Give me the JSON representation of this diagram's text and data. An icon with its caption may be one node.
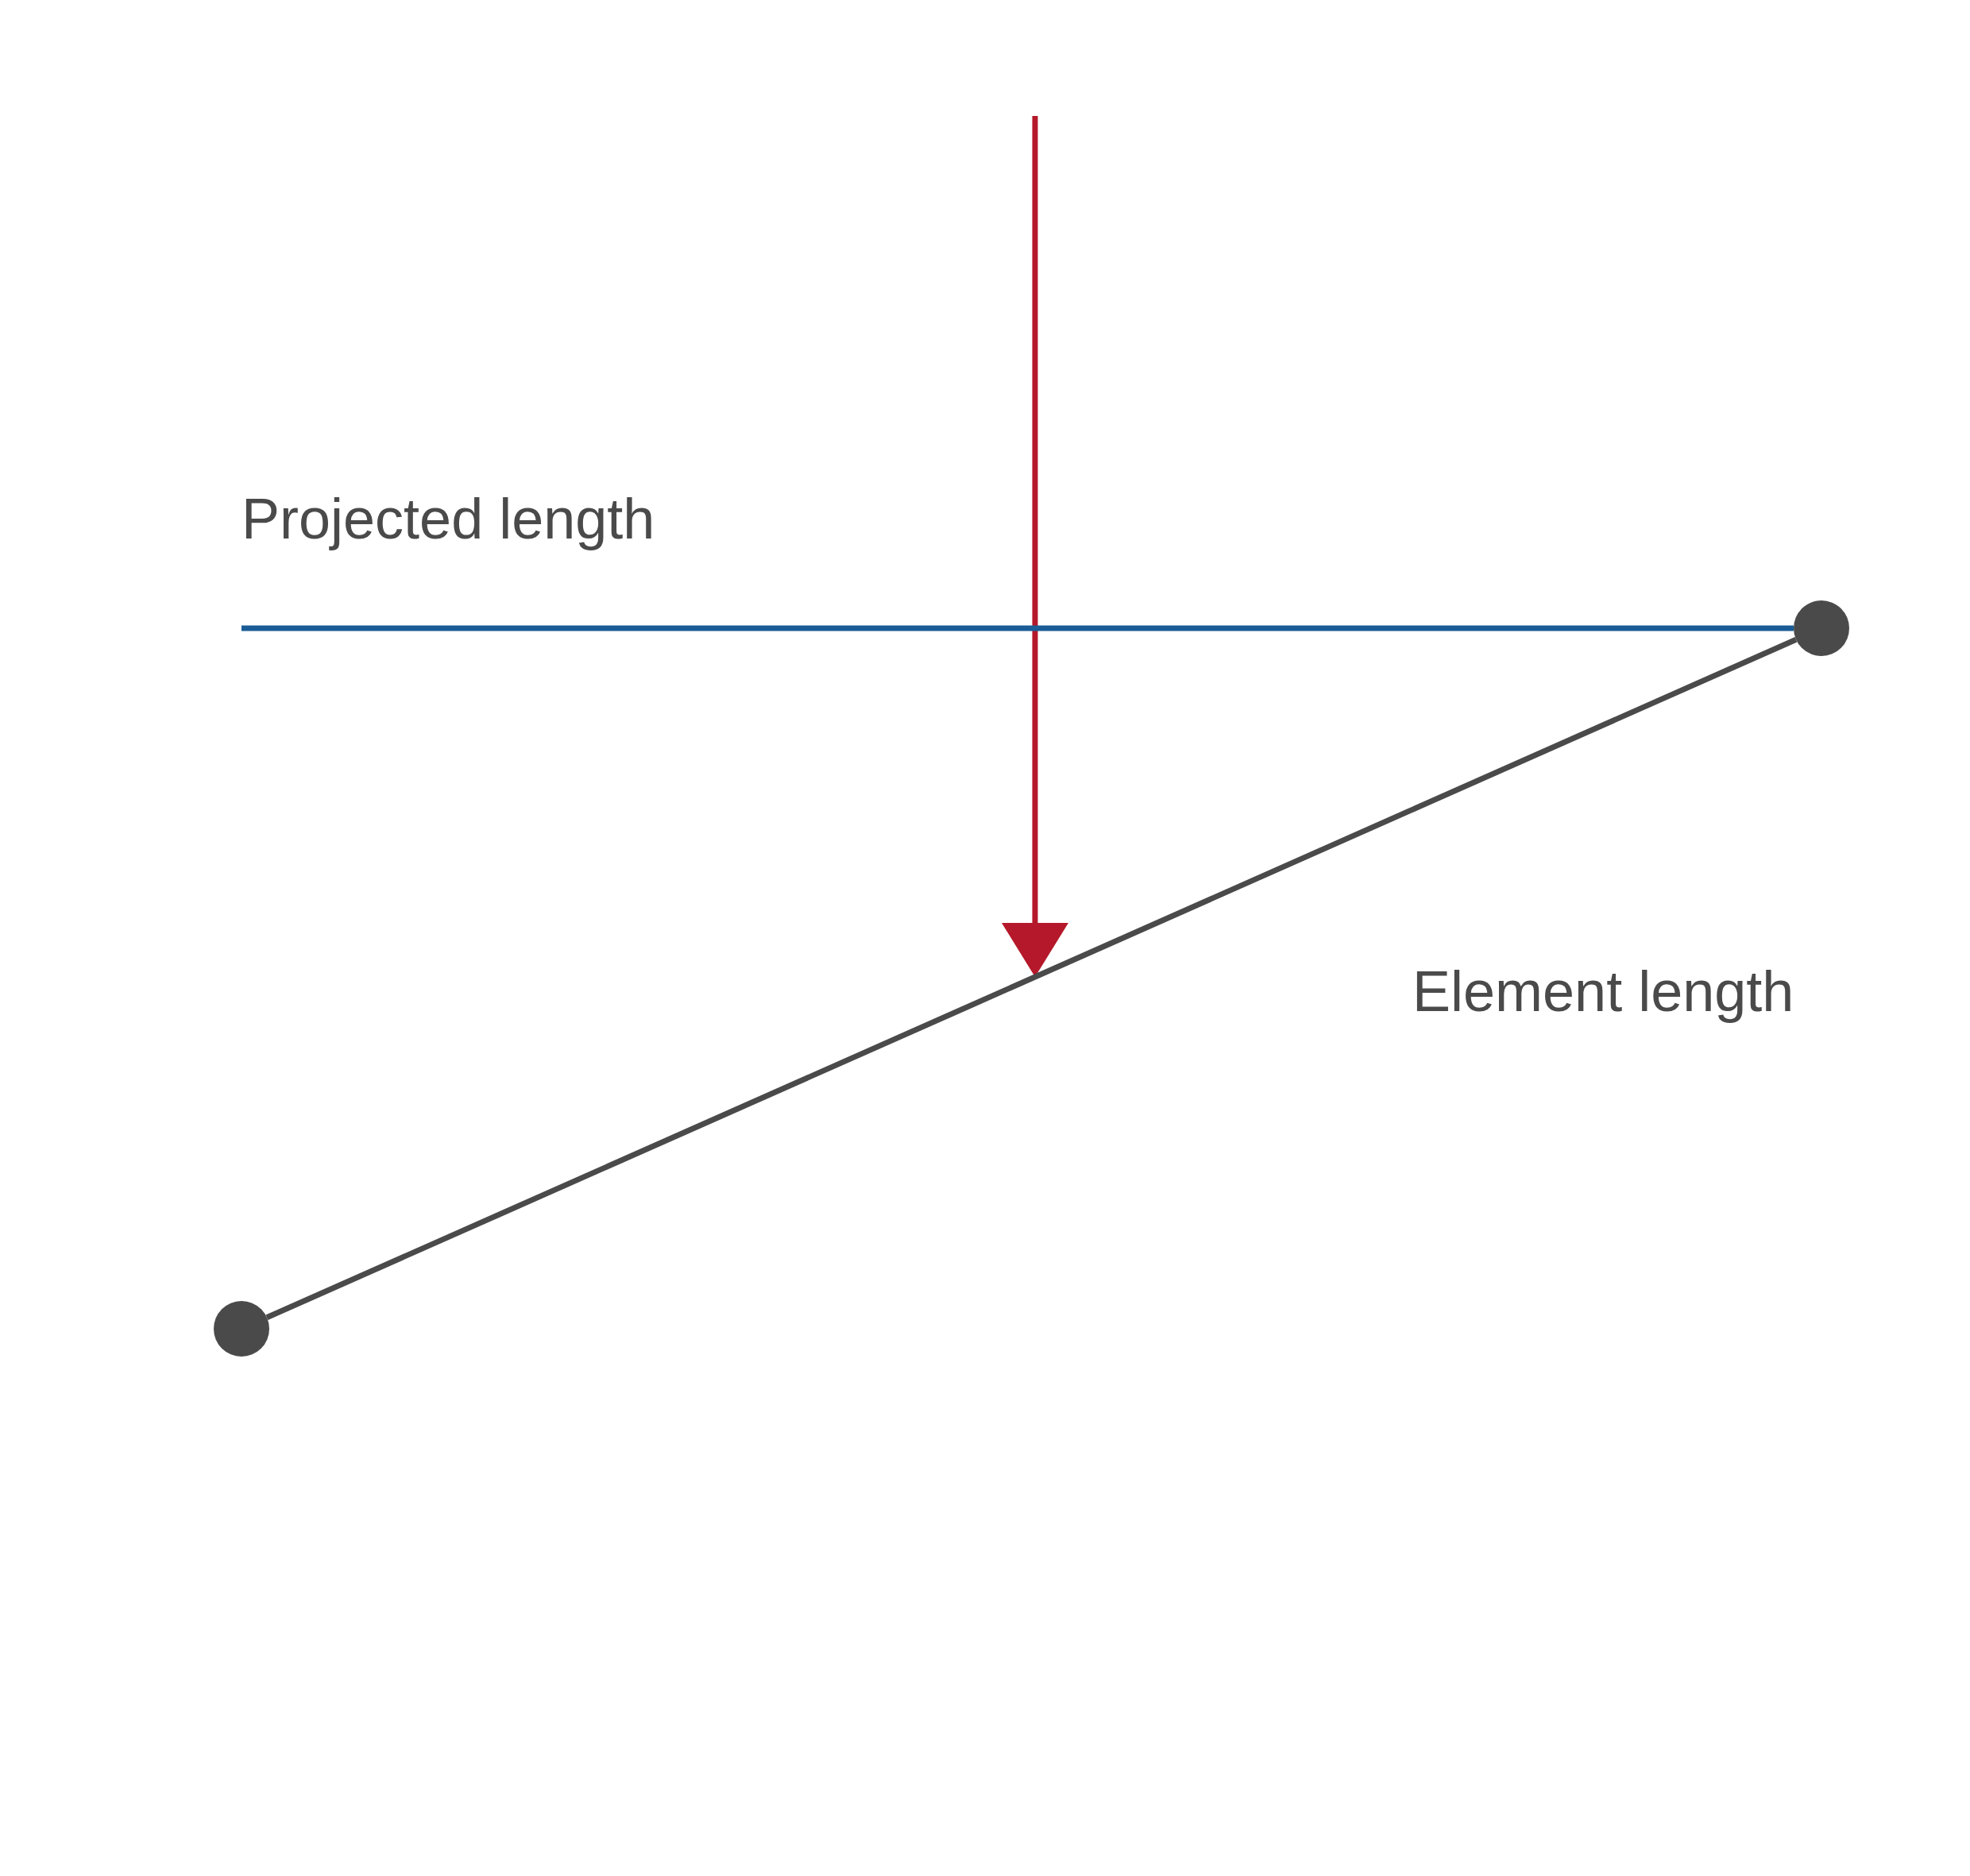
{
  "diagram": {
    "nodes": [
      {
        "text": [],
        "shape": "circle"
      },
      {
        "text": [],
        "shape": "circle"
      }
    ],
    "edges": [
      {
        "from": 0,
        "to": 1,
        "arrow": "none"
      },
      {
        "from": null,
        "to": 1,
        "arrow": "none",
        "color": "#1a5c96"
      }
    ],
    "labels": [
      "Projected length",
      "Element length"
    ]
  }
}
